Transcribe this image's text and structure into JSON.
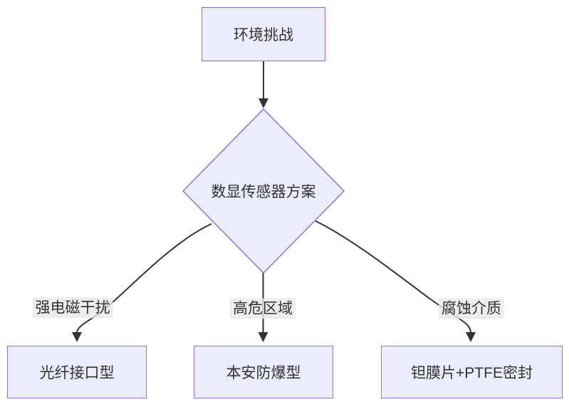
{
  "diagram": {
    "type": "flowchart",
    "direction": "top-down",
    "nodes": {
      "root": {
        "label": "环境挑战",
        "shape": "rect"
      },
      "decision": {
        "label": "数显传感器方案",
        "shape": "diamond"
      },
      "outcome_fiber": {
        "label": "光纤接口型",
        "shape": "rect"
      },
      "outcome_intrinsic": {
        "label": "本安防爆型",
        "shape": "rect"
      },
      "outcome_tantalum": {
        "label": "钽膜片+PTFE密封",
        "shape": "rect"
      }
    },
    "edges": [
      {
        "from": "root",
        "to": "decision",
        "label": ""
      },
      {
        "from": "decision",
        "to": "outcome_fiber",
        "label": "强电磁干扰"
      },
      {
        "from": "decision",
        "to": "outcome_intrinsic",
        "label": "高危区域"
      },
      {
        "from": "decision",
        "to": "outcome_tantalum",
        "label": "腐蚀介质"
      }
    ],
    "colors": {
      "node_fill": "#ECECFF",
      "node_border": "#9370DB",
      "edge_line": "#333333",
      "edge_label_bg": "#e8e8e8",
      "text": "#333333",
      "background": "#ffffff"
    }
  }
}
